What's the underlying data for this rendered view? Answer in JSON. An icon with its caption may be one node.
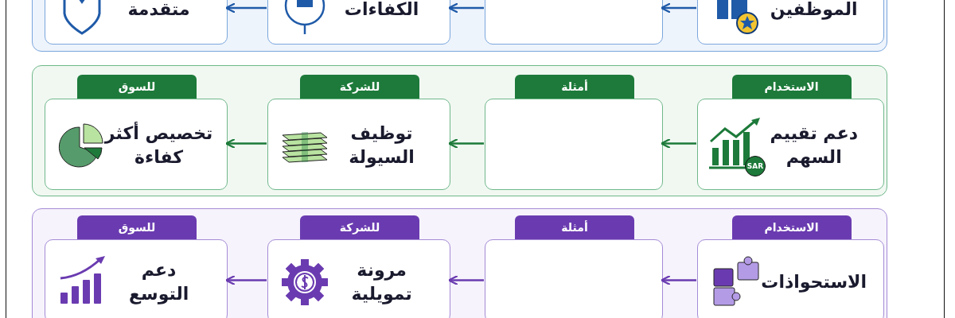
{
  "diagram": {
    "nodes": [
      {
        "text": [],
        "shape": "box"
      },
      {
        "text": [
          "الموظفين"
        ],
        "in": 0
      },
      {
        "text": [],
        "shape": "box",
        "in": 0
      },
      {
        "text": [
          "الكفاءات"
        ],
        "in": 0
      },
      {
        "text": [
          "متقدمة"
        ],
        "in": 0
      },
      {
        "text": [],
        "shape": "box"
      },
      {
        "text": [
          "الاستخدام",
          "دعم تقييم السهم"
        ],
        "in": 5
      },
      {
        "text": [
          "أمثلة"
        ],
        "in": 5
      },
      {
        "text": [
          "للشركة",
          "توظيف السيولة"
        ],
        "in": 5
      },
      {
        "text": [
          "للسوق",
          "تخصيص أكثر كفاءة"
        ],
        "in": 5
      },
      {
        "text": [],
        "shape": "box"
      },
      {
        "text": [
          "الاستخدام",
          "الاستحواذات"
        ],
        "in": 10
      },
      {
        "text": [
          "أمثلة"
        ],
        "in": 10
      },
      {
        "text": [
          "للشركة",
          "مرونة تمويلية"
        ],
        "in": 10
      },
      {
        "text": [
          "للسوق",
          "دعم التوسع"
        ],
        "in": 10
      }
    ],
    "edges": [
      {
        "from": 1,
        "to": 2,
        "arrow": "to",
        "color": "#1f5aa8"
      },
      {
        "from": 2,
        "to": 3,
        "arrow": "to",
        "color": "#1f5aa8"
      },
      {
        "from": 3,
        "to": 4,
        "arrow": "to",
        "color": "#1f5aa8"
      },
      {
        "from": 6,
        "to": 7,
        "arrow": "to",
        "color": "#1d7a3a"
      },
      {
        "from": 7,
        "to": 8,
        "arrow": "to",
        "color": "#1d7a3a"
      },
      {
        "from": 8,
        "to": 9,
        "arrow": "to",
        "color": "#1d7a3a"
      },
      {
        "from": 11,
        "to": 12,
        "arrow": "to",
        "color": "#6a3bb0"
      },
      {
        "from": 12,
        "to": 13,
        "arrow": "to",
        "color": "#6a3bb0"
      },
      {
        "from": 13,
        "to": 14,
        "arrow": "to",
        "color": "#6a3bb0"
      }
    ],
    "labels": [
      "SAR"
    ]
  }
}
